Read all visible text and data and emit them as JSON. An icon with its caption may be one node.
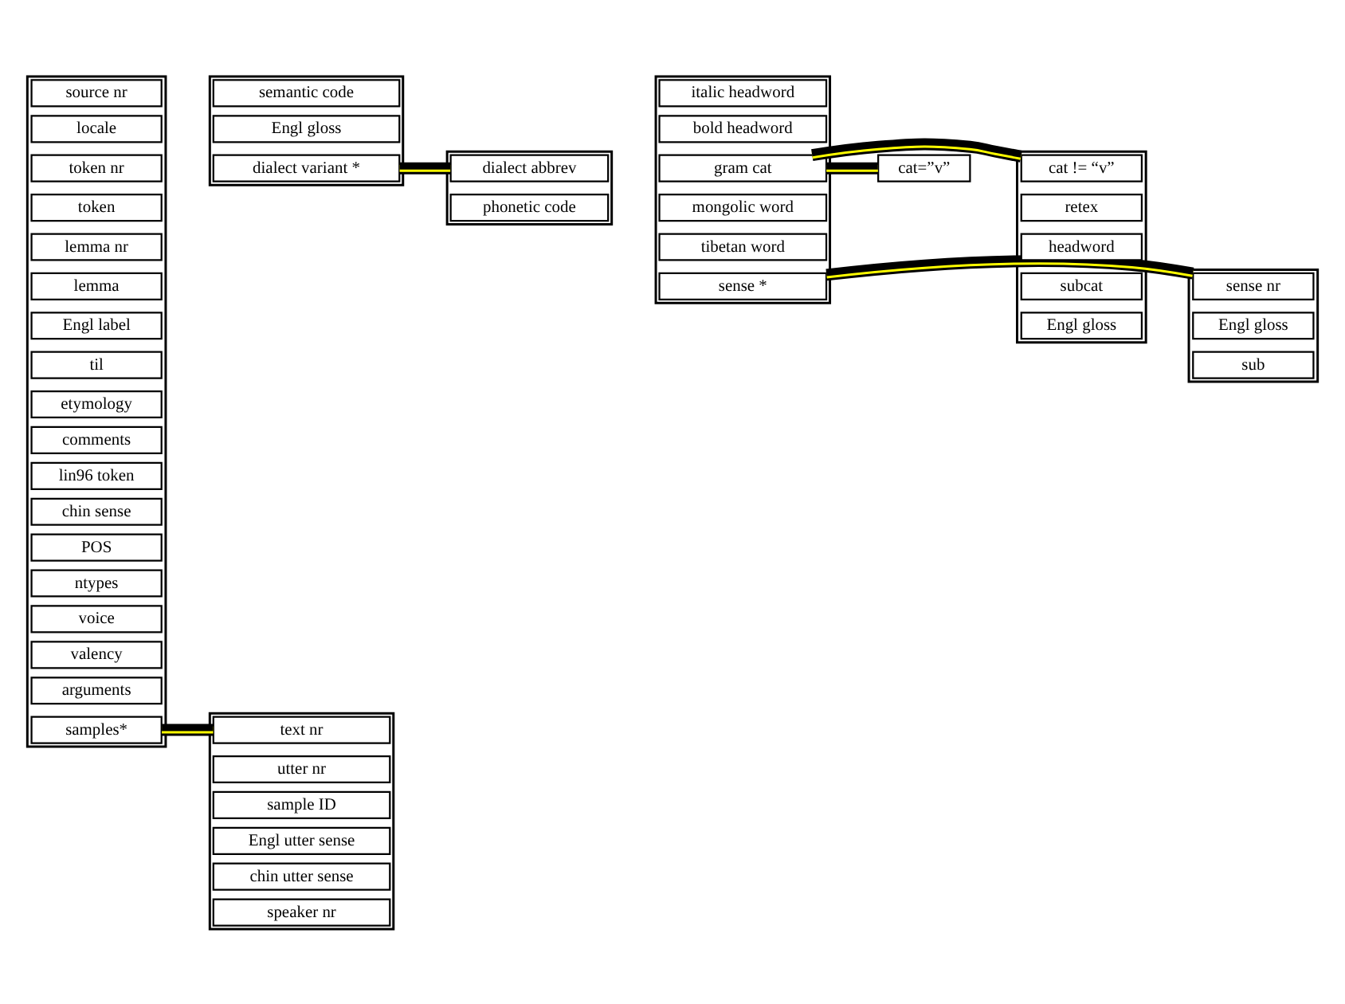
{
  "diagram": {
    "nodes": [
      {
        "text": [],
        "shape": "box"
      },
      {
        "text": [
          "source nr"
        ],
        "in": 0
      },
      {
        "text": [
          "locale"
        ],
        "in": 0
      },
      {
        "text": [
          "token nr"
        ],
        "in": 0
      },
      {
        "text": [
          "token"
        ],
        "in": 0
      },
      {
        "text": [
          "lemma nr"
        ],
        "in": 0
      },
      {
        "text": [
          "lemma"
        ],
        "in": 0
      },
      {
        "text": [
          "Engl label"
        ],
        "in": 0
      },
      {
        "text": [
          "til"
        ],
        "in": 0
      },
      {
        "text": [
          "etymology"
        ],
        "in": 0
      },
      {
        "text": [
          "comments"
        ],
        "in": 0
      },
      {
        "text": [
          "lin96 token"
        ],
        "in": 0
      },
      {
        "text": [
          "chin sense"
        ],
        "in": 0
      },
      {
        "text": [
          "POS"
        ],
        "in": 0
      },
      {
        "text": [
          "ntypes"
        ],
        "in": 0
      },
      {
        "text": [
          "voice"
        ],
        "in": 0
      },
      {
        "text": [
          "valency"
        ],
        "in": 0
      },
      {
        "text": [
          "arguments"
        ],
        "in": 0
      },
      {
        "text": [
          "samples*"
        ],
        "in": 0
      },
      {
        "text": [],
        "shape": "box"
      },
      {
        "text": [
          "semantic code"
        ],
        "in": 19
      },
      {
        "text": [
          "Engl gloss"
        ],
        "in": 19
      },
      {
        "text": [
          "dialect variant *"
        ],
        "in": 19
      },
      {
        "text": [],
        "shape": "box"
      },
      {
        "text": [
          "dialect abbrev"
        ],
        "in": 23
      },
      {
        "text": [
          "phonetic code"
        ],
        "in": 23
      },
      {
        "text": [],
        "shape": "box"
      },
      {
        "text": [
          "italic headword"
        ],
        "in": 26
      },
      {
        "text": [
          "bold headword"
        ],
        "in": 26
      },
      {
        "text": [
          "gram cat"
        ],
        "in": 26
      },
      {
        "text": [
          "mongolic word"
        ],
        "in": 26
      },
      {
        "text": [
          "tibetan word"
        ],
        "in": 26
      },
      {
        "text": [
          "sense *"
        ],
        "in": 26
      },
      {
        "text": [
          "cat=”v”"
        ]
      },
      {
        "text": [],
        "shape": "box"
      },
      {
        "text": [
          "cat != “v”"
        ],
        "in": 34
      },
      {
        "text": [
          "retex"
        ],
        "in": 34
      },
      {
        "text": [
          "headword"
        ],
        "in": 34
      },
      {
        "text": [
          "subcat"
        ],
        "in": 34
      },
      {
        "text": [
          "Engl gloss"
        ],
        "in": 34
      },
      {
        "text": [],
        "shape": "box"
      },
      {
        "text": [
          "sense nr"
        ],
        "in": 40
      },
      {
        "text": [
          "Engl gloss"
        ],
        "in": 40
      },
      {
        "text": [
          "sub"
        ],
        "in": 40
      },
      {
        "text": [],
        "shape": "box"
      },
      {
        "text": [
          "text nr"
        ],
        "in": 44
      },
      {
        "text": [
          "utter nr"
        ],
        "in": 44
      },
      {
        "text": [
          "sample ID"
        ],
        "in": 44
      },
      {
        "text": [
          "Engl utter sense"
        ],
        "in": 44
      },
      {
        "text": [
          "chin utter sense"
        ],
        "in": 44
      },
      {
        "text": [
          "speaker nr"
        ],
        "in": 44
      }
    ],
    "edges": [
      {
        "from": 22,
        "to": 23,
        "arrow": "none"
      },
      {
        "from": 29,
        "to": 33,
        "arrow": "none"
      },
      {
        "from": 29,
        "to": 34,
        "arrow": "none"
      },
      {
        "from": 32,
        "to": 40,
        "arrow": "none"
      },
      {
        "from": 18,
        "to": 44,
        "arrow": "none"
      }
    ]
  }
}
